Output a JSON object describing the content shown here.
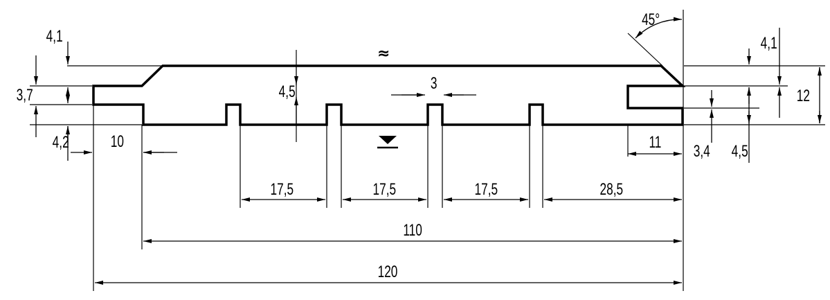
{
  "drawing": {
    "angle_label": "45°",
    "wave_symbol": "≈",
    "water_marker": "surface-marker-triangle",
    "dimensions": {
      "top_left_4_1": "4,1",
      "left_3_7": "3,7",
      "left_4_2": "4,2",
      "left_10": "10",
      "center_4_5": "4,5",
      "top_3": "3",
      "right_top_4_1": "4,1",
      "right_12": "12",
      "right_3_4": "3,4",
      "right_4_5": "4,5",
      "right_11": "11",
      "gap_1": "17,5",
      "gap_2": "17,5",
      "gap_3": "17,5",
      "gap_4": "28,5",
      "width_110": "110",
      "width_120": "120"
    }
  }
}
